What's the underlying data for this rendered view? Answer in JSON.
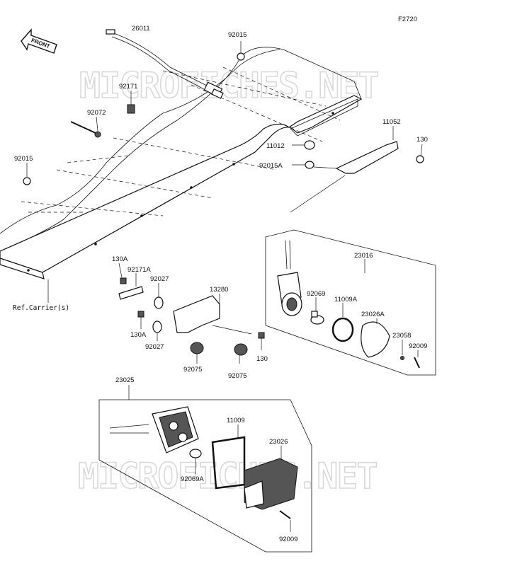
{
  "figure_code": "F2720",
  "direction_arrow": {
    "label": "FRONT"
  },
  "watermarks": [
    "MICROFICHES.NET",
    "MICROFICHES.NET"
  ],
  "reference_label": "Ref.Carrier(s)",
  "callouts": [
    "26011",
    "92015",
    "92171",
    "92072",
    "92015",
    "11052",
    "130",
    "11012",
    "92015A",
    "23016",
    "92069",
    "11009A",
    "23026A",
    "23058",
    "92009",
    "130A",
    "92171A",
    "92027",
    "13280",
    "130A",
    "92027",
    "92075",
    "92075",
    "130",
    "23025",
    "11009",
    "23026",
    "92069A",
    "92009"
  ],
  "icons": {
    "front_arrow": "front-arrow-icon"
  }
}
